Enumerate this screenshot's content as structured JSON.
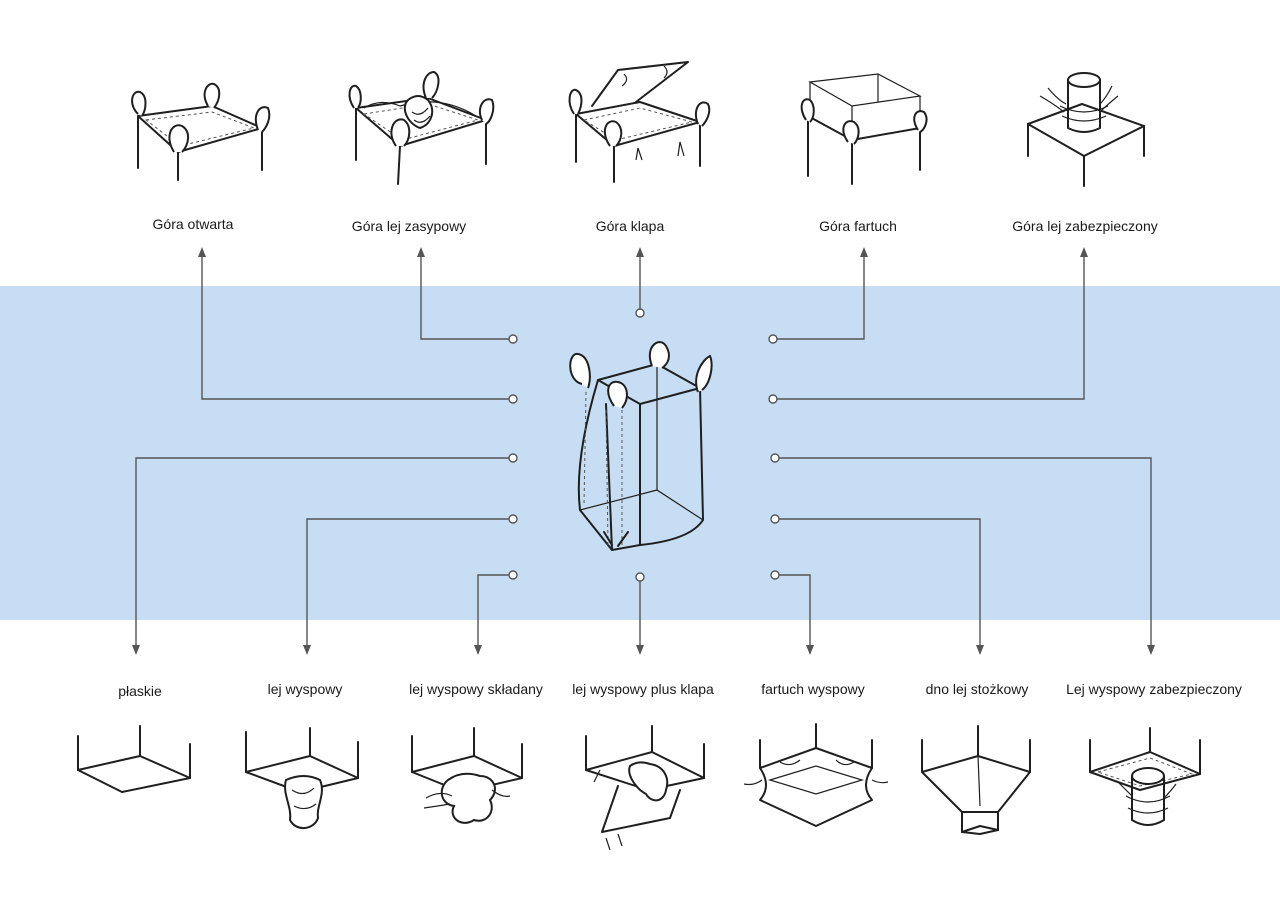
{
  "colors": {
    "band": "#c7ddf3",
    "connector": "#555555",
    "ink": "#1f1f1f"
  },
  "top_options": [
    {
      "label": "Góra otwarta"
    },
    {
      "label": "Góra lej zasypowy"
    },
    {
      "label": "Góra klapa"
    },
    {
      "label": "Góra fartuch"
    },
    {
      "label": "Góra lej zabezpieczony"
    }
  ],
  "bottom_options": [
    {
      "label": "płaskie"
    },
    {
      "label": "lej wyspowy"
    },
    {
      "label": "lej wyspowy składany"
    },
    {
      "label": "lej wyspowy plus klapa"
    },
    {
      "label": "fartuch wyspowy"
    },
    {
      "label": "dno lej stożkowy"
    },
    {
      "label": "Lej wyspowy zabezpieczony"
    }
  ]
}
